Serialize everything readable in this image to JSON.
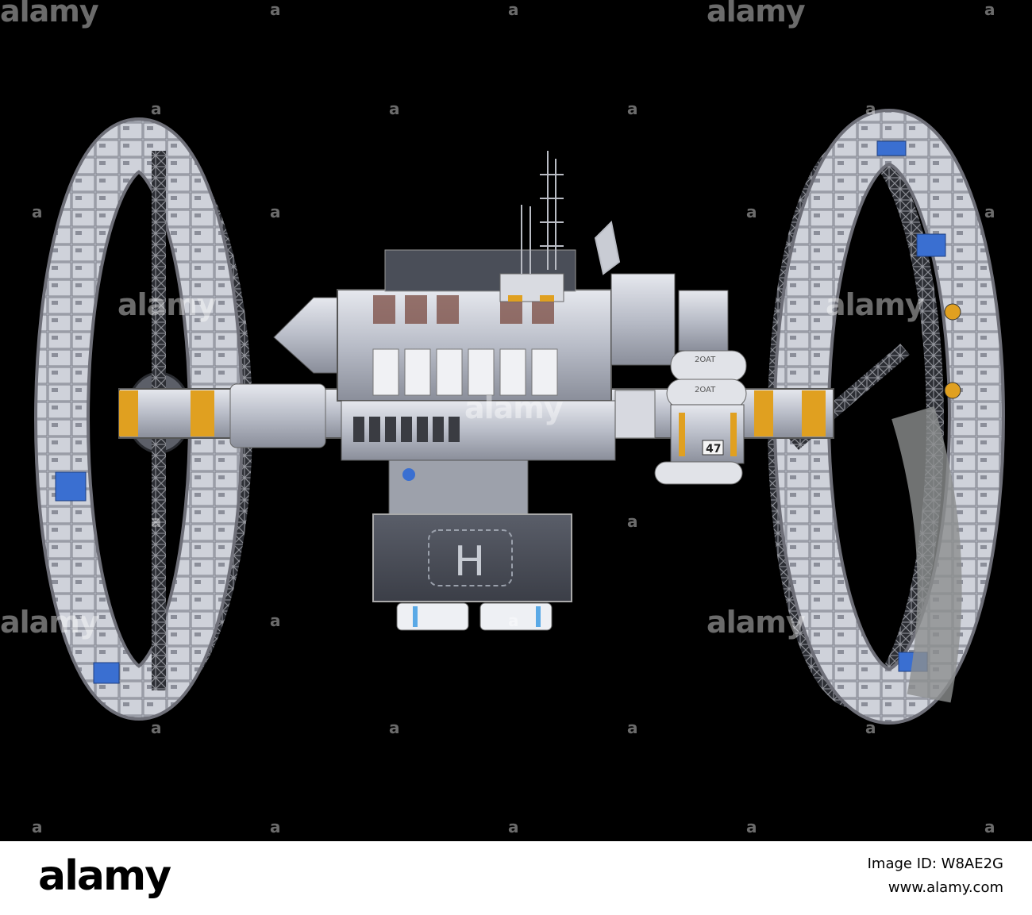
{
  "watermark": {
    "text": "alamy",
    "tick": "a"
  },
  "station_labels": {
    "pod_tag_1": "2OAT",
    "pod_tag_2": "2OAT",
    "module_number": "47",
    "helipad": "H"
  },
  "footer": {
    "logo": "alamy",
    "image_id": "Image ID: W8AE2G",
    "url": "www.alamy.com"
  },
  "colors": {
    "background": "#000000",
    "hull": "#c9ccd6",
    "accent": "#e0a020",
    "panel_blue": "#3a6fd1"
  }
}
